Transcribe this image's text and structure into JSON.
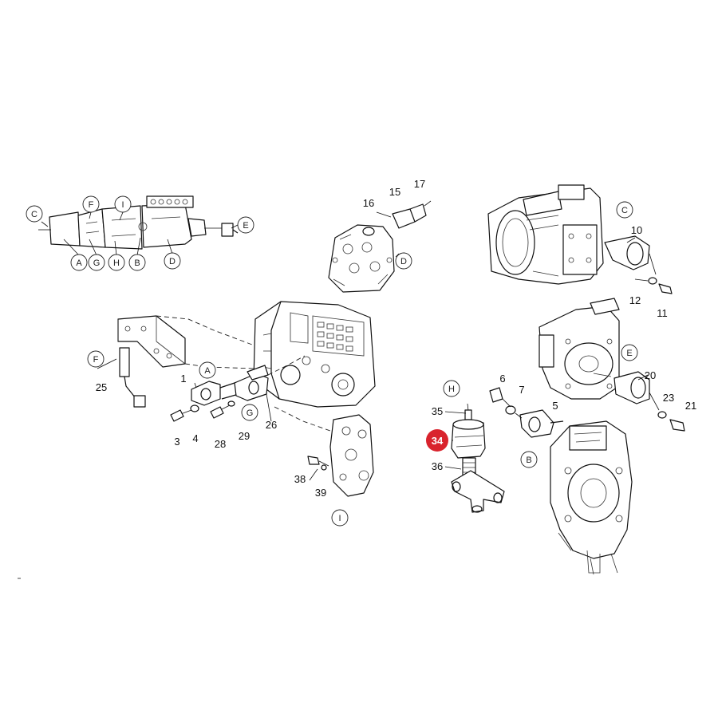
{
  "diagram": {
    "part_numbers": {
      "p1": "1",
      "p3": "3",
      "p4": "4",
      "p5": "5",
      "p6": "6",
      "p7": "7",
      "p10": "10",
      "p11": "11",
      "p12": "12",
      "p15": "15",
      "p16": "16",
      "p17": "17",
      "p20": "20",
      "p21": "21",
      "p23": "23",
      "p25": "25",
      "p26": "26",
      "p28": "28",
      "p29": "29",
      "p35": "35",
      "p36": "36",
      "p38": "38",
      "p39": "39"
    },
    "highlighted_part": "34",
    "highlight_color": "#d9232d",
    "view_letters": {
      "A": "A",
      "B": "B",
      "C": "C",
      "D": "D",
      "E": "E",
      "F": "F",
      "G": "G",
      "H": "H",
      "I": "I"
    }
  }
}
